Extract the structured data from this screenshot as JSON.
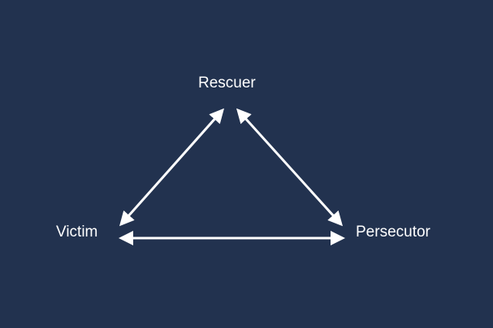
{
  "diagram": {
    "nodes": [
      {
        "id": "rescuer",
        "label": "Rescuer"
      },
      {
        "id": "victim",
        "label": "Victim"
      },
      {
        "id": "persecutor",
        "label": "Persecutor"
      }
    ],
    "edges": [
      {
        "from": "rescuer",
        "to": "victim",
        "direction": "both"
      },
      {
        "from": "rescuer",
        "to": "persecutor",
        "direction": "both"
      },
      {
        "from": "victim",
        "to": "persecutor",
        "direction": "both"
      }
    ],
    "colors": {
      "background": "#22324f",
      "foreground": "#ffffff"
    }
  }
}
